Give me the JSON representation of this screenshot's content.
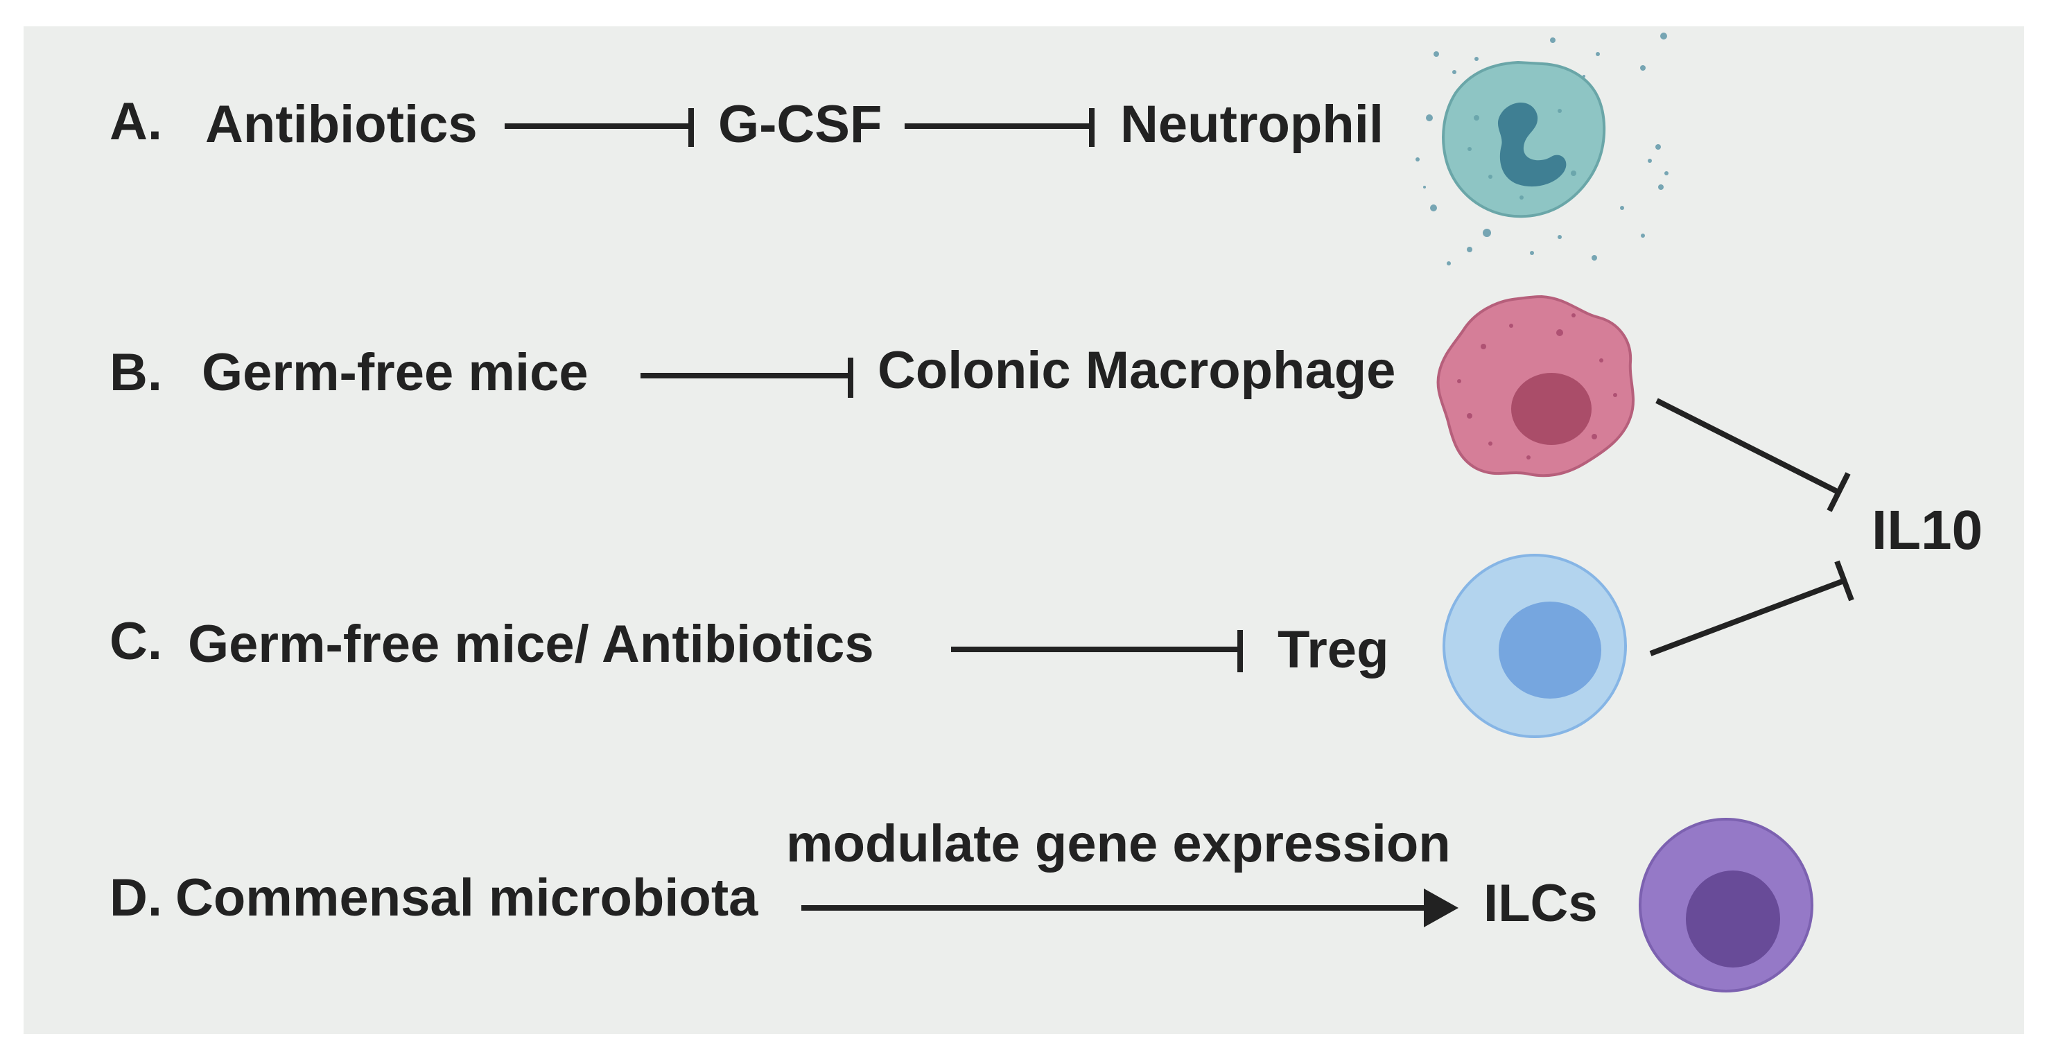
{
  "rows": {
    "a": {
      "marker": "A.",
      "source": "Antibiotics",
      "middle": "G-CSF",
      "target": "Neutrophil"
    },
    "b": {
      "marker": "B.",
      "source": "Germ-free mice",
      "target": "Colonic Macrophage"
    },
    "c": {
      "marker": "C.",
      "source": "Germ-free mice/ Antibiotics",
      "target": "Treg"
    },
    "d": {
      "marker": "D.",
      "source": "Commensal microbiota",
      "edge_label": "modulate gene expression",
      "target": "ILCs"
    }
  },
  "outcome": "IL10",
  "cells": {
    "neutrophil": {
      "icon": "neutrophil-icon",
      "fill": "#8ec5c4",
      "nucleus": "#3f7f93"
    },
    "macrophage": {
      "icon": "macrophage-icon",
      "fill": "#d57e98",
      "nucleus": "#aa4d69"
    },
    "treg": {
      "icon": "treg-cell-icon",
      "fill": "#b3d4ee",
      "nucleus": "#76a6df"
    },
    "ilc": {
      "icon": "ilc-cell-icon",
      "fill": "#9579c7",
      "nucleus": "#684b98"
    }
  },
  "colors": {
    "background": "#eceeec",
    "text": "#222222",
    "line": "#222222"
  }
}
